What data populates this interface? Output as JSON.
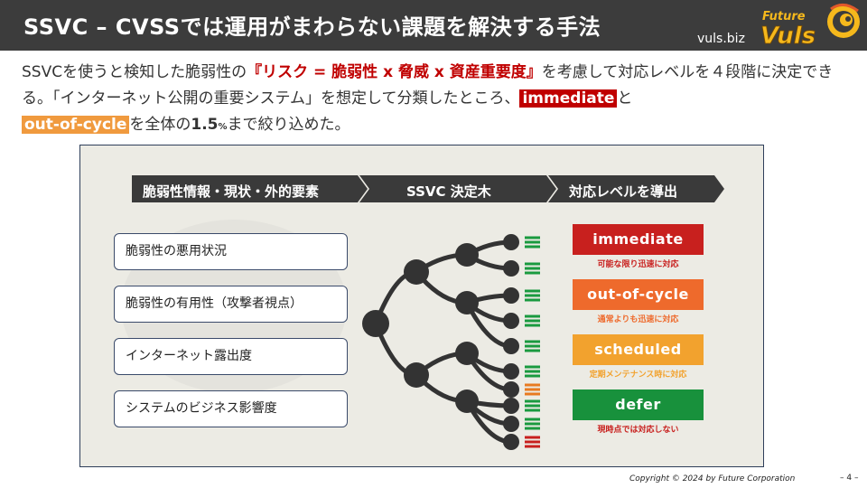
{
  "header": {
    "title": "SSVC – CVSSでは運用がまわらない課題を解決する手法",
    "domain": "vuls.biz",
    "logo_text_top": "Future",
    "logo_text_bottom": "Vuls"
  },
  "body": {
    "p1": "SSVCを使うと検知した脆弱性の",
    "emphasis": "『リスク = 脆弱性 x 脅威 x 資産重要度』",
    "p2": "を考慮して対応レベルを４段階に決定できる。「インターネット公開の重要システム」を想定して分類したところ、",
    "tag_immediate": "immediate",
    "p3": "と",
    "tag_outofcycle": "out-of-cycle",
    "p4": "を全体の",
    "percent_num": "1.5",
    "percent_unit": "%",
    "p5": "まで絞り込めた。"
  },
  "figure": {
    "chevrons": [
      "脆弱性情報・現状・外的要素",
      "SSVC 決定木",
      "対応レベルを導出"
    ],
    "factors": [
      "脆弱性の悪用状況",
      "脆弱性の有用性（攻撃者視点）",
      "インターネット露出度",
      "システムのビジネス影響度"
    ],
    "outcomes": [
      {
        "label": "immediate",
        "sub": "可能な限り迅速に対応",
        "color": "#c8201e"
      },
      {
        "label": "out-of-cycle",
        "sub": "通常よりも迅速に対応",
        "color": "#ee6a2c"
      },
      {
        "label": "scheduled",
        "sub": "定期メンテナンス時に対応",
        "color": "#f2a22e"
      },
      {
        "label": "defer",
        "sub": "現時点では対応しない",
        "color": "#18913c"
      }
    ],
    "leaf_colors": [
      "#1a9a3f",
      "#1a9a3f",
      "#1a9a3f",
      "#1a9a3f",
      "#1a9a3f",
      "#1a9a3f",
      "#e87a20",
      "#1a9a3f",
      "#1a9a3f",
      "#c8201e"
    ]
  },
  "footer": {
    "copyright": "Copyright © 2024 by Future  Corporation",
    "page": "– 4 –"
  }
}
